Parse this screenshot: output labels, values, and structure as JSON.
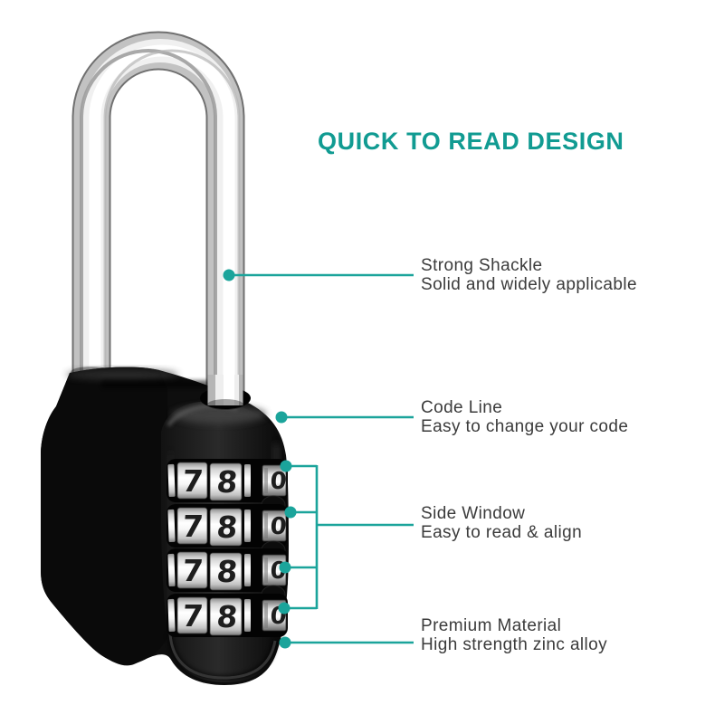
{
  "title": "QUICK TO READ DESIGN",
  "annotations": [
    {
      "heading": "Strong Shackle",
      "description": "Solid and widely applicable"
    },
    {
      "heading": "Code Line",
      "description": "Easy to change your code"
    },
    {
      "heading": "Side Window",
      "description": "Easy to read & align"
    },
    {
      "heading": "Premium Material",
      "description": "High strength zinc alloy"
    }
  ],
  "lock": {
    "dial_rows": [
      {
        "front_digits": [
          "7",
          "8"
        ],
        "side_digit": "0"
      },
      {
        "front_digits": [
          "7",
          "8"
        ],
        "side_digit": "0"
      },
      {
        "front_digits": [
          "7",
          "8"
        ],
        "side_digit": "0"
      },
      {
        "front_digits": [
          "7",
          "8"
        ],
        "side_digit": "0"
      }
    ]
  },
  "colors": {
    "accent": "#119B92",
    "callout": "#1BA49B",
    "text": "#3B3B3B",
    "bg": "#FFFFFF"
  }
}
